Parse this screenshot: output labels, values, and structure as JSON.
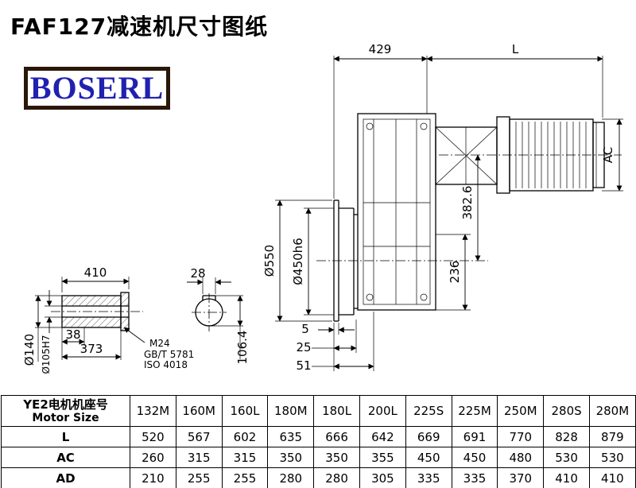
{
  "page": {
    "title": "FAF127减速机尺寸图纸"
  },
  "logo": {
    "text": "BOSERL",
    "text_color": "#2121b0",
    "border_color": "#2a1708"
  },
  "drawing": {
    "d429": "429",
    "dL": "L",
    "dAC": "AC",
    "d550": "Ø550",
    "d450": "Ø450h6",
    "d382": "382.6",
    "d236": "236",
    "d5": "5",
    "d25": "25",
    "d51": "51",
    "detail": {
      "d410": "410",
      "d28": "28",
      "d38": "38",
      "d373": "373",
      "d140": "Ø140",
      "d105": "Ø105H7",
      "d106": "106.4",
      "m24": "M24",
      "gbt": "GB/T 5781",
      "iso": "ISO 4018"
    }
  },
  "table": {
    "header_cn": "YE2电机机座号",
    "header_en": "Motor Size",
    "columns": [
      "132M",
      "160M",
      "160L",
      "180M",
      "180L",
      "200L",
      "225S",
      "225M",
      "250M",
      "280S",
      "280M"
    ],
    "rows": [
      {
        "label": "L",
        "values": [
          "520",
          "567",
          "602",
          "635",
          "666",
          "642",
          "669",
          "691",
          "770",
          "828",
          "879"
        ]
      },
      {
        "label": "AC",
        "values": [
          "260",
          "315",
          "315",
          "350",
          "350",
          "355",
          "450",
          "450",
          "480",
          "530",
          "530"
        ]
      },
      {
        "label": "AD",
        "values": [
          "210",
          "255",
          "255",
          "280",
          "280",
          "305",
          "335",
          "335",
          "370",
          "410",
          "410"
        ]
      }
    ]
  }
}
